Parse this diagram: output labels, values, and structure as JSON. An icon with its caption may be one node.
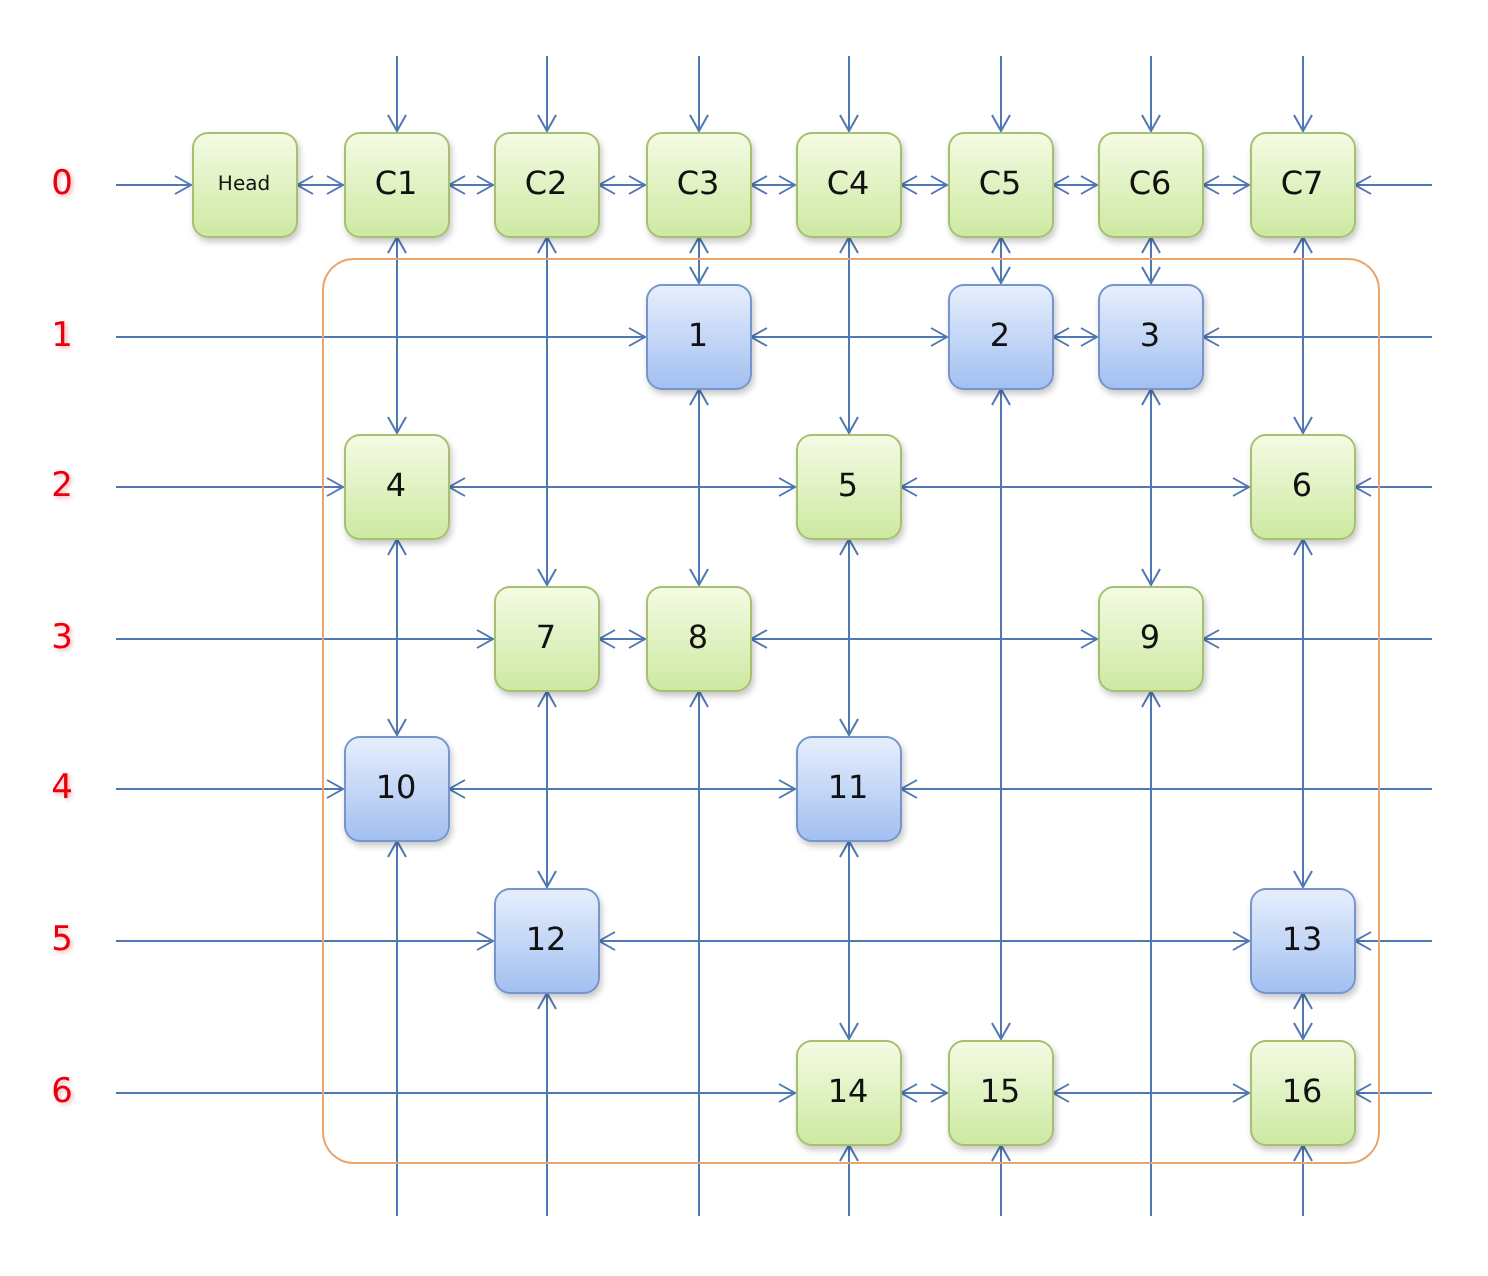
{
  "diagram": {
    "nodes": [
      {
        "text": [
          "Head"
        ]
      },
      {
        "text": [
          "C1"
        ]
      },
      {
        "text": [
          "C2"
        ]
      },
      {
        "text": [
          "C3"
        ]
      },
      {
        "text": [
          "C4"
        ]
      },
      {
        "text": [
          "C5"
        ]
      },
      {
        "text": [
          "C6"
        ]
      },
      {
        "text": [
          "C7"
        ]
      },
      {
        "text": [],
        "shape": "box"
      },
      {
        "text": [
          "1"
        ],
        "in": 8
      },
      {
        "text": [
          "2"
        ],
        "in": 8
      },
      {
        "text": [
          "3"
        ],
        "in": 8
      },
      {
        "text": [
          "4"
        ],
        "in": 8
      },
      {
        "text": [
          "5"
        ],
        "in": 8
      },
      {
        "text": [
          "6"
        ],
        "in": 8
      },
      {
        "text": [
          "7"
        ],
        "in": 8
      },
      {
        "text": [
          "8"
        ],
        "in": 8
      },
      {
        "text": [
          "9"
        ],
        "in": 8
      },
      {
        "text": [
          "10"
        ],
        "in": 8
      },
      {
        "text": [
          "11"
        ],
        "in": 8
      },
      {
        "text": [
          "12"
        ],
        "in": 8
      },
      {
        "text": [
          "13"
        ],
        "in": 8
      },
      {
        "text": [
          "14"
        ],
        "in": 8
      },
      {
        "text": [
          "15"
        ],
        "in": 8
      },
      {
        "text": [
          "16"
        ],
        "in": 8
      }
    ],
    "edges": [
      {
        "from": null,
        "to": 0,
        "arrow": "to"
      },
      {
        "from": 0,
        "to": 1,
        "arrow": "both"
      },
      {
        "from": 1,
        "to": 2,
        "arrow": "both"
      },
      {
        "from": 2,
        "to": 3,
        "arrow": "both"
      },
      {
        "from": 3,
        "to": 4,
        "arrow": "both"
      },
      {
        "from": 4,
        "to": 5,
        "arrow": "both"
      },
      {
        "from": 5,
        "to": 6,
        "arrow": "both"
      },
      {
        "from": 6,
        "to": 7,
        "arrow": "both"
      },
      {
        "from": null,
        "to": 7,
        "arrow": "to"
      },
      {
        "from": null,
        "to": 9,
        "arrow": "to"
      },
      {
        "from": 9,
        "to": 10,
        "arrow": "both"
      },
      {
        "from": 10,
        "to": 11,
        "arrow": "both"
      },
      {
        "from": null,
        "to": 11,
        "arrow": "to"
      },
      {
        "from": null,
        "to": 12,
        "arrow": "to"
      },
      {
        "from": 12,
        "to": 13,
        "arrow": "both"
      },
      {
        "from": 13,
        "to": 14,
        "arrow": "both"
      },
      {
        "from": null,
        "to": 14,
        "arrow": "to"
      },
      {
        "from": null,
        "to": 15,
        "arrow": "to"
      },
      {
        "from": 15,
        "to": 16,
        "arrow": "both"
      },
      {
        "from": 16,
        "to": 17,
        "arrow": "both"
      },
      {
        "from": null,
        "to": 17,
        "arrow": "to"
      },
      {
        "from": null,
        "to": 18,
        "arrow": "to"
      },
      {
        "from": 18,
        "to": 19,
        "arrow": "both"
      },
      {
        "from": null,
        "to": 19,
        "arrow": "to"
      },
      {
        "from": null,
        "to": 20,
        "arrow": "to"
      },
      {
        "from": 20,
        "to": 21,
        "arrow": "both"
      },
      {
        "from": null,
        "to": 21,
        "arrow": "to"
      },
      {
        "from": null,
        "to": 22,
        "arrow": "to"
      },
      {
        "from": 22,
        "to": 23,
        "arrow": "both"
      },
      {
        "from": 23,
        "to": 24,
        "arrow": "both"
      },
      {
        "from": null,
        "to": 24,
        "arrow": "to"
      },
      {
        "from": null,
        "to": 1,
        "arrow": "to"
      },
      {
        "from": 1,
        "to": 12,
        "arrow": "both"
      },
      {
        "from": 12,
        "to": 18,
        "arrow": "both"
      },
      {
        "from": null,
        "to": 18,
        "arrow": "to"
      },
      {
        "from": null,
        "to": 2,
        "arrow": "to"
      },
      {
        "from": 2,
        "to": 15,
        "arrow": "both"
      },
      {
        "from": 15,
        "to": 20,
        "arrow": "both"
      },
      {
        "from": null,
        "to": 20,
        "arrow": "to"
      },
      {
        "from": null,
        "to": 3,
        "arrow": "to"
      },
      {
        "from": 3,
        "to": 9,
        "arrow": "both"
      },
      {
        "from": 9,
        "to": 16,
        "arrow": "both"
      },
      {
        "from": null,
        "to": 16,
        "arrow": "to"
      },
      {
        "from": null,
        "to": 4,
        "arrow": "to"
      },
      {
        "from": 4,
        "to": 13,
        "arrow": "both"
      },
      {
        "from": 13,
        "to": 19,
        "arrow": "both"
      },
      {
        "from": 19,
        "to": 22,
        "arrow": "both"
      },
      {
        "from": null,
        "to": 22,
        "arrow": "to"
      },
      {
        "from": null,
        "to": 5,
        "arrow": "to"
      },
      {
        "from": 5,
        "to": 10,
        "arrow": "both"
      },
      {
        "from": 10,
        "to": 23,
        "arrow": "both"
      },
      {
        "from": null,
        "to": 23,
        "arrow": "to"
      },
      {
        "from": null,
        "to": 6,
        "arrow": "to"
      },
      {
        "from": 6,
        "to": 11,
        "arrow": "both"
      },
      {
        "from": 11,
        "to": 17,
        "arrow": "both"
      },
      {
        "from": null,
        "to": 17,
        "arrow": "to"
      },
      {
        "from": null,
        "to": 7,
        "arrow": "to"
      },
      {
        "from": 7,
        "to": 14,
        "arrow": "both"
      },
      {
        "from": 14,
        "to": 21,
        "arrow": "both"
      },
      {
        "from": 21,
        "to": 24,
        "arrow": "both"
      },
      {
        "from": null,
        "to": 24,
        "arrow": "to"
      }
    ],
    "labels": [
      "0",
      "1",
      "2",
      "3",
      "4",
      "5",
      "6"
    ]
  }
}
